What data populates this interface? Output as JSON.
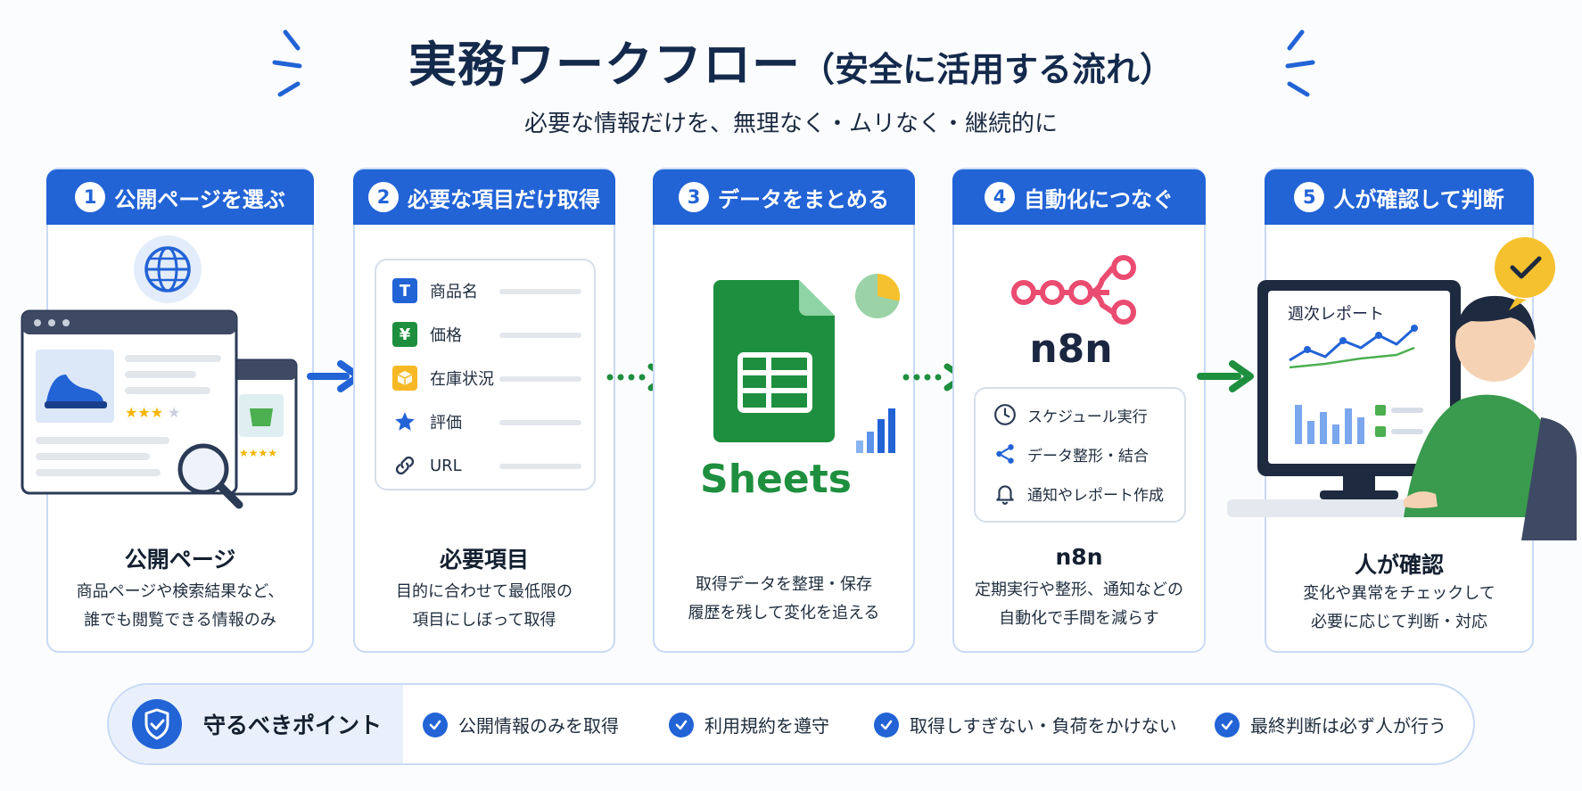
{
  "header": {
    "title": "実務ワークフロー",
    "title_paren": "（安全に活用する流れ）",
    "subtitle": "必要な情報だけを、無理なく・ムリなく・継続的に"
  },
  "colors": {
    "primary_blue": "#2263d6",
    "green": "#1e8f3e",
    "n8n_pink": "#ea4b71",
    "navy": "#142a4c"
  },
  "steps": [
    {
      "num": "1",
      "label": "公開ページを選ぶ",
      "title": "公開ページ",
      "desc": [
        "商品ページや検索結果など、",
        "誰でも閲覧できる情報のみ"
      ]
    },
    {
      "num": "2",
      "label": "必要な項目だけ取得",
      "title": "必要項目",
      "desc": [
        "目的に合わせて最低限の",
        "項目にしぼって取得"
      ]
    },
    {
      "num": "3",
      "label": "データをまとめる",
      "title": "",
      "desc": [
        "取得データを整理・保存",
        "履歴を残して変化を追える"
      ]
    },
    {
      "num": "4",
      "label": "自動化につなぐ",
      "title": "n8n",
      "desc": [
        "定期実行や整形、通知などの",
        "自動化で手間を減らす"
      ]
    },
    {
      "num": "5",
      "label": "人が確認して判断",
      "title": "人が確認",
      "desc": [
        "変化や異常をチェックして",
        "必要に応じて判断・対応"
      ]
    }
  ],
  "fields": [
    {
      "icon": "text-icon",
      "glyph": "T",
      "label": "商品名"
    },
    {
      "icon": "yen-icon",
      "glyph": "¥",
      "label": "価格"
    },
    {
      "icon": "box-icon",
      "glyph": "",
      "label": "在庫状況"
    },
    {
      "icon": "star-icon",
      "glyph": "",
      "label": "評価"
    },
    {
      "icon": "link-icon",
      "glyph": "",
      "label": "URL"
    }
  ],
  "sheets": {
    "label": "Sheets"
  },
  "n8n": {
    "logo": "n8n",
    "features": [
      "スケジュール実行",
      "データ整形・結合",
      "通知やレポート作成"
    ]
  },
  "report": {
    "title": "週次レポート"
  },
  "rules": {
    "title": "守るべきポイント",
    "items": [
      "公開情報のみを取得",
      "利用規約を遵守",
      "取得しすぎない・負荷をかけない",
      "最終判断は必ず人が行う"
    ]
  }
}
